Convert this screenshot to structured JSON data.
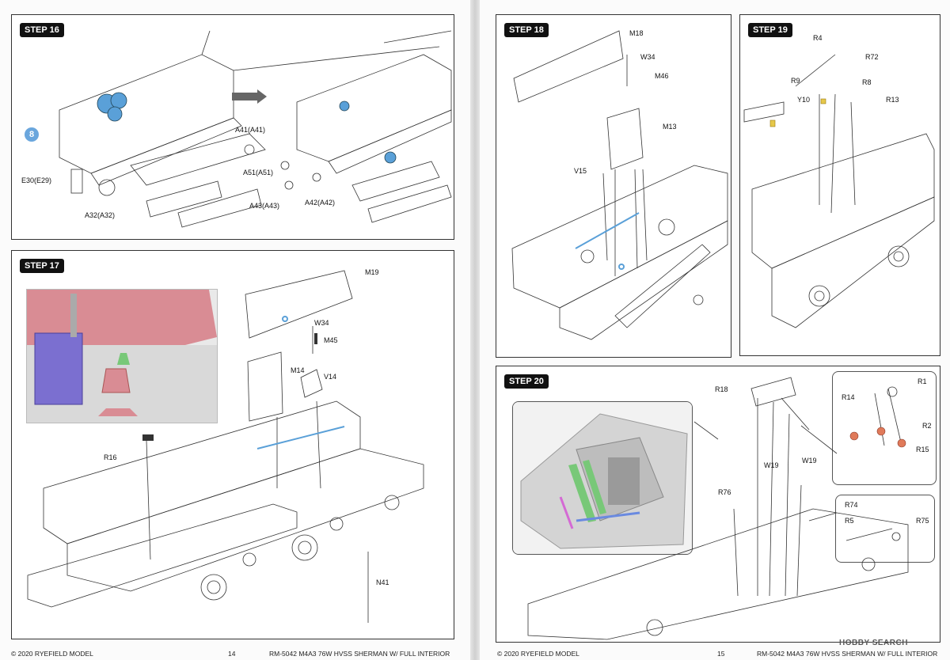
{
  "steps": {
    "s16": {
      "title": "STEP 16",
      "badge": "8",
      "labels": {
        "e30": "E30(E29)",
        "a32": "A32(A32)",
        "a41": "A41(A41)",
        "a51": "A51(A51)",
        "a43": "A43(A43)",
        "a42": "A42(A42)"
      }
    },
    "s17": {
      "title": "STEP 17",
      "labels": {
        "m19": "M19",
        "w34": "W34",
        "m45": "M45",
        "m14": "M14",
        "v14": "V14",
        "r16": "R16",
        "n41": "N41"
      }
    },
    "s18": {
      "title": "STEP 18",
      "labels": {
        "m18": "M18",
        "w34": "W34",
        "m46": "M46",
        "m13": "M13",
        "v15": "V15"
      }
    },
    "s19": {
      "title": "STEP 19",
      "labels": {
        "r4": "R4",
        "r72": "R72",
        "r9": "R9",
        "r8": "R8",
        "y10": "Y10",
        "r13": "R13"
      }
    },
    "s20": {
      "title": "STEP 20",
      "labels": {
        "r18": "R18",
        "r1": "R1",
        "r14": "R14",
        "r2": "R2",
        "r15": "R15",
        "w19a": "W19",
        "w19b": "W19",
        "r76": "R76",
        "r74": "R74",
        "r5": "R5",
        "r75": "R75"
      }
    }
  },
  "footer": {
    "left_copyright": "© 2020 RYEFIELD MODEL",
    "left_page": "14",
    "left_title": "RM-5042  M4A3 76W HVSS SHERMAN W/ FULL INTERIOR",
    "right_copyright": "© 2020 RYEFIELD MODEL",
    "right_page": "15",
    "right_title": "RM-5042  M4A3 76W HVSS SHERMAN W/ FULL INTERIOR"
  },
  "watermark": "HOBBY SEARCH",
  "colors": {
    "part_blue": "#5aa0d8",
    "photo_pink": "#d98c94",
    "photo_purple": "#7b6fd0",
    "photo_green": "#78c878"
  }
}
